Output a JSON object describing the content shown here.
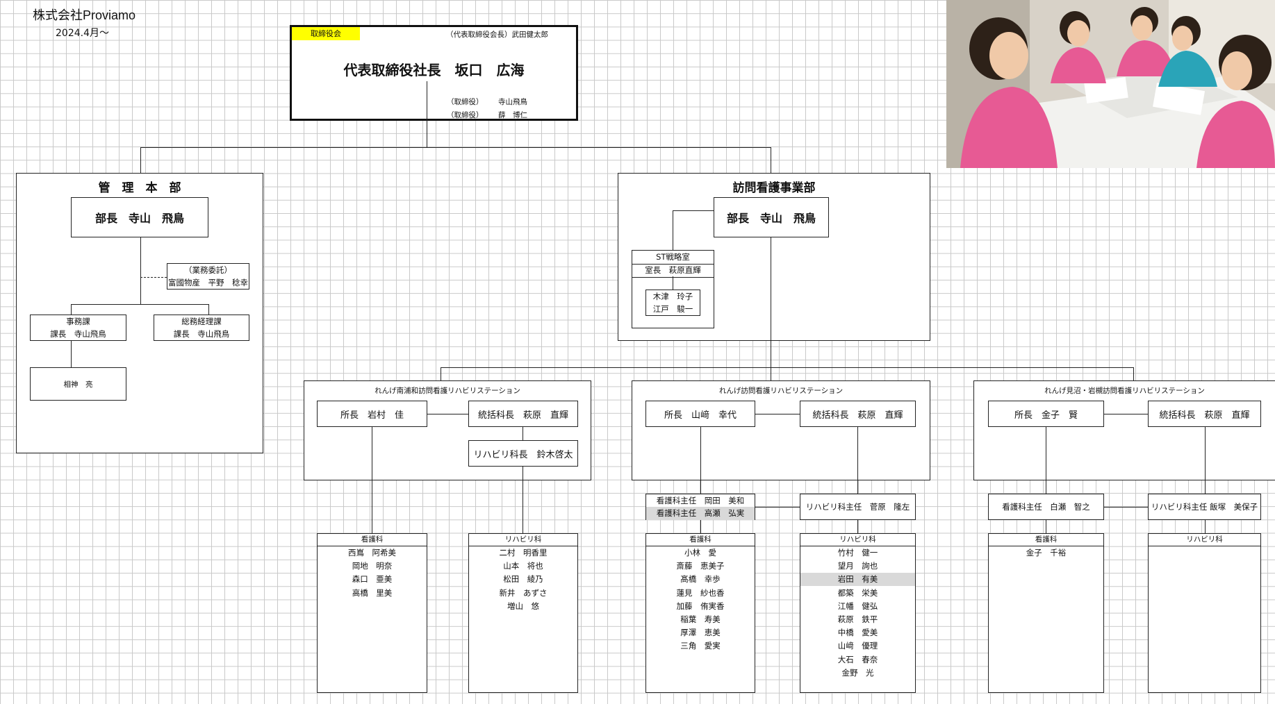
{
  "company": {
    "name": "株式会社Proviamo",
    "date": "2024.4月～"
  },
  "board": {
    "badge": "取締役会",
    "chair": "（代表取締役会長）武田健太郎",
    "president": "代表取締役社長　坂口　広海",
    "director1_role": "（取締役）",
    "director1_name": "寺山飛鳥",
    "director2_role": "（取締役）",
    "director2_name": "薛　博仁"
  },
  "colors": {
    "badge": "#ffff00",
    "photo_pink": "#e75a94",
    "photo_teal": "#2aa4b8"
  },
  "admin": {
    "title": "管　理　本　部",
    "head": "部長　寺山　飛鳥",
    "outsource_label": "（業務委託）",
    "outsource_name": "富國物産　平野　稔幸",
    "office_dept": "事務課",
    "office_head": "課長　寺山飛鳥",
    "finance_dept": "総務経理課",
    "finance_head": "課長　寺山飛鳥",
    "staff": "相神　亮"
  },
  "nursing": {
    "title": "訪問看護事業部",
    "head": "部長　寺山　飛鳥",
    "st_office": "ST戦略室",
    "st_head": "室長　萩原直輝",
    "st_member1": "木津　玲子",
    "st_member2": "江戸　駿一"
  },
  "station1": {
    "name": "れんげ南浦和訪問看護リハビリステーション",
    "director": "所長　岩村　佳",
    "chief": "統括科長　萩原　直輝",
    "rehab_chief": "リハビリ科長　鈴木啓太",
    "nurse_title": "看護科",
    "nurses": [
      "西嶌　阿希美",
      "岡地　明奈",
      "森口　亜美",
      "高橋　里美"
    ],
    "rehab_title": "リハビリ科",
    "rehabs": [
      "二村　明香里",
      "山本　将也",
      "松田　綾乃",
      "新井　あずさ",
      "増山　悠"
    ]
  },
  "station2": {
    "name": "れんげ訪問看護リハビリステーション",
    "director": "所長　山﨑　幸代",
    "chief": "統括科長　萩原　直輝",
    "nurse_lead1": "看護科主任　岡田　美和",
    "nurse_lead2": "看護科主任　高瀬　弘実",
    "rehab_lead": "リハビリ科主任　菅原　隆左",
    "nurse_title": "看護科",
    "nurses": [
      "小林　愛",
      "斎藤　恵美子",
      "髙橋　幸歩",
      "蓮見　紗也香",
      "加藤　侑実香",
      "稲葉　寿美",
      "厚澤　恵美",
      "三角　愛実"
    ],
    "rehab_title": "リハビリ科",
    "rehabs": [
      "竹村　健一",
      "望月　詢也",
      "岩田　有美",
      "都築　栄美",
      "江幡　健弘",
      "萩原　鉄平",
      "中橋　愛美",
      "山﨑　優理",
      "大石　春奈",
      "金野　光"
    ]
  },
  "station3": {
    "name": "れんげ見沼・岩槻訪問看護リハビリステーション",
    "director": "所長　金子　賢",
    "chief": "統括科長　萩原　直輝",
    "nurse_lead": "看護科主任　白瀬　智之",
    "rehab_lead": "リハビリ科主任 飯塚　美保子",
    "nurse_title": "看護科",
    "nurses": [
      "金子　千裕"
    ],
    "rehab_title": "リハビリ科"
  }
}
